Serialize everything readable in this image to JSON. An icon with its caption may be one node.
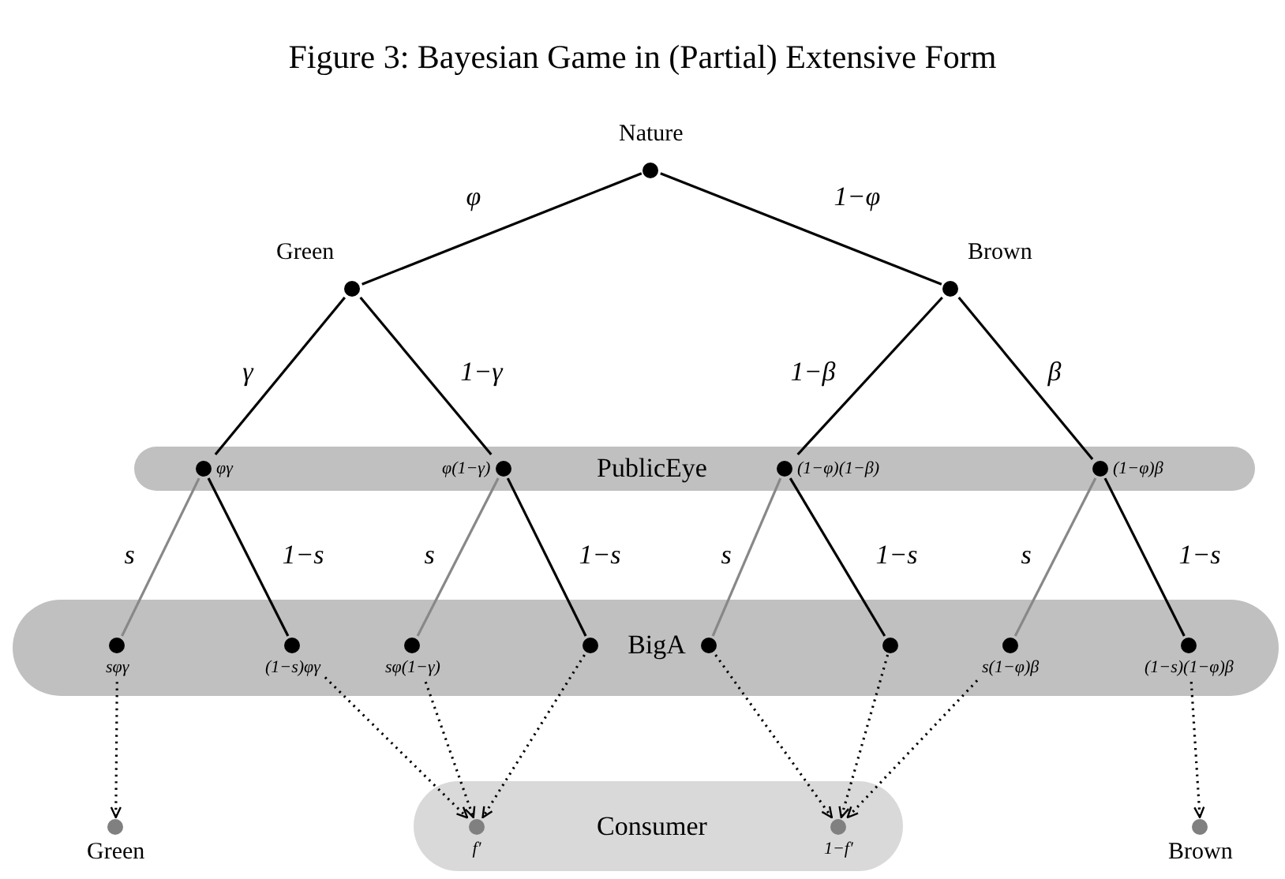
{
  "diagram": {
    "title": "Figure 3: Bayesian Game in (Partial) Extensive Form",
    "nodes": [
      {
        "text": [
          "Nature"
        ]
      },
      {
        "text": [
          "Green"
        ]
      },
      {
        "text": [
          "Brown"
        ]
      },
      {
        "text": [
          "PublicEye"
        ]
      },
      {
        "text": [
          "φγ"
        ],
        "in": 3
      },
      {
        "text": [
          "φ(1−γ)"
        ],
        "in": 3
      },
      {
        "text": [
          "(1−φ)(1−β)"
        ],
        "in": 3
      },
      {
        "text": [
          "(1−φ)β"
        ],
        "in": 3
      },
      {
        "text": [
          "BigA"
        ]
      },
      {
        "text": [
          "sφγ"
        ],
        "in": 8
      },
      {
        "text": [
          "(1−s)φγ"
        ],
        "in": 8
      },
      {
        "text": [
          "sφ(1−γ)"
        ],
        "in": 8
      },
      {
        "text": [],
        "shape": "circle",
        "in": 8
      },
      {
        "text": [],
        "shape": "circle",
        "in": 8
      },
      {
        "text": [],
        "shape": "circle",
        "in": 8
      },
      {
        "text": [
          "s(1−φ)β"
        ],
        "in": 8
      },
      {
        "text": [
          "(1−s)(1−φ)β"
        ],
        "in": 8
      },
      {
        "text": [
          "Green"
        ]
      },
      {
        "text": [
          "Consumer"
        ]
      },
      {
        "text": [
          "f′"
        ],
        "in": 18
      },
      {
        "text": [
          "1−f′"
        ],
        "in": 18
      },
      {
        "text": [
          "Brown"
        ]
      }
    ],
    "edges": [
      {
        "from": 0,
        "to": 1,
        "arrow": "none",
        "label": "φ"
      },
      {
        "from": 0,
        "to": 2,
        "arrow": "none",
        "label": "1−φ"
      },
      {
        "from": 1,
        "to": 4,
        "arrow": "none",
        "label": "γ"
      },
      {
        "from": 1,
        "to": 5,
        "arrow": "none",
        "label": "1−γ"
      },
      {
        "from": 2,
        "to": 6,
        "arrow": "none",
        "label": "1−β"
      },
      {
        "from": 2,
        "to": 7,
        "arrow": "none",
        "label": "β"
      },
      {
        "from": 4,
        "to": 9,
        "arrow": "none",
        "label": "s",
        "color": "#888888"
      },
      {
        "from": 4,
        "to": 10,
        "arrow": "none",
        "label": "1−s"
      },
      {
        "from": 5,
        "to": 11,
        "arrow": "none",
        "label": "s",
        "color": "#888888"
      },
      {
        "from": 5,
        "to": 12,
        "arrow": "none",
        "label": "1−s"
      },
      {
        "from": 6,
        "to": 13,
        "arrow": "none",
        "label": "s",
        "color": "#888888"
      },
      {
        "from": 6,
        "to": 14,
        "arrow": "none",
        "label": "1−s"
      },
      {
        "from": 7,
        "to": 15,
        "arrow": "none",
        "label": "s",
        "color": "#888888"
      },
      {
        "from": 7,
        "to": 16,
        "arrow": "none",
        "label": "1−s"
      },
      {
        "from": 9,
        "to": 17,
        "arrow": "to",
        "style": "dashed"
      },
      {
        "from": 10,
        "to": 19,
        "arrow": "to",
        "style": "dashed"
      },
      {
        "from": 11,
        "to": 19,
        "arrow": "to",
        "style": "dashed"
      },
      {
        "from": 12,
        "to": 19,
        "arrow": "to",
        "style": "dashed"
      },
      {
        "from": 13,
        "to": 20,
        "arrow": "to",
        "style": "dashed"
      },
      {
        "from": 14,
        "to": 20,
        "arrow": "to",
        "style": "dashed"
      },
      {
        "from": 15,
        "to": 20,
        "arrow": "to",
        "style": "dashed"
      },
      {
        "from": 16,
        "to": 21,
        "arrow": "to",
        "style": "dashed"
      }
    ]
  }
}
